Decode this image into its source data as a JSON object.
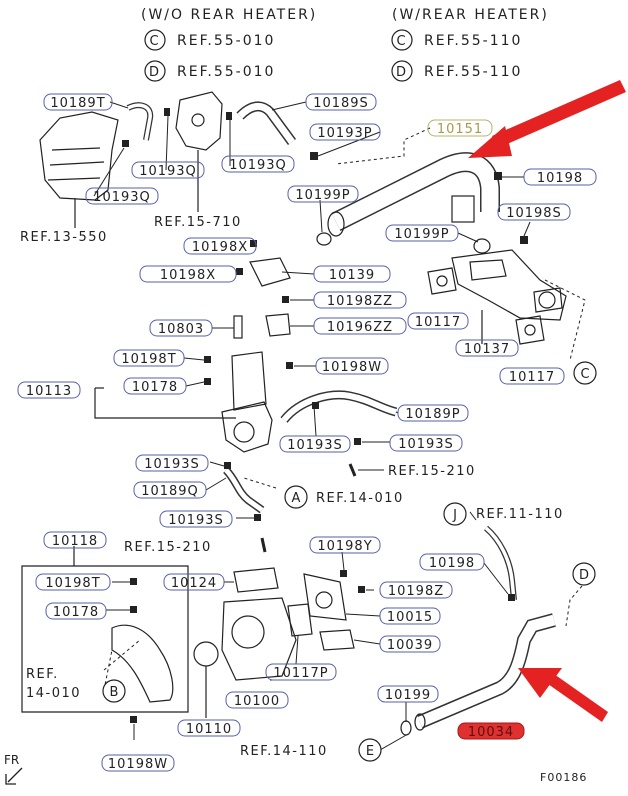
{
  "header": {
    "left_title": "(W/O REAR HEATER)",
    "right_title": "(W/REAR HEATER)",
    "left_refs": [
      {
        "letter": "C",
        "text": "REF.55-010"
      },
      {
        "letter": "D",
        "text": "REF.55-010"
      }
    ],
    "right_refs": [
      {
        "letter": "C",
        "text": "REF.55-110"
      },
      {
        "letter": "D",
        "text": "REF.55-110"
      }
    ]
  },
  "part_labels": {
    "p10189T": "10189T",
    "p10189S": "10189S",
    "p10193P": "10193P",
    "p10151": "10151",
    "p10193Q_a": "10193Q",
    "p10193Q_b": "10193Q",
    "p10193Q_c": "10193Q",
    "p10198": "10198",
    "p10199P_a": "10199P",
    "p10199P_b": "10199P",
    "p10198S": "10198S",
    "p10198X_a": "10198X",
    "p10198X_b": "10198X",
    "p10139": "10139",
    "p10198ZZ": "10198ZZ",
    "p10803": "10803",
    "p10196ZZ": "10196ZZ",
    "p10117_a": "10117",
    "p10137": "10137",
    "p10117_b": "10117",
    "p10198T_a": "10198T",
    "p10198W_a": "10198W",
    "p10113": "10113",
    "p10178_a": "10178",
    "p10189P": "10189P",
    "p10193S_a": "10193S",
    "p10193S_b": "10193S",
    "p10193S_c": "10193S",
    "p10189Q": "10189Q",
    "p10193S_d": "10193S",
    "p10118": "10118",
    "p10198Y": "10198Y",
    "p10198T_b": "10198T",
    "p10124": "10124",
    "p10198Z": "10198Z",
    "p10178_b": "10178",
    "p10015": "10015",
    "p10039": "10039",
    "p10117P": "10117P",
    "p10100": "10100",
    "p10110": "10110",
    "p10198W_b": "10198W",
    "p10198_b": "10198",
    "p10199": "10199",
    "p10034": "10034"
  },
  "refs": {
    "ref_13_550": "REF.13-550",
    "ref_15_710": "REF.15-710",
    "ref_15_210_a": "REF.15-210",
    "ref_14_010_a": "REF.14-010",
    "ref_15_210_b": "REF.15-210",
    "ref_11_110": "REF.11-110",
    "ref_14_010_b_line1": "REF.",
    "ref_14_010_b_line2": "14-010",
    "ref_14_110": "REF.14-110"
  },
  "callouts": {
    "C": "C",
    "A": "A",
    "J": "J",
    "D": "D",
    "B": "B",
    "E": "E"
  },
  "footer": {
    "front_label": "FR",
    "figure_code": "F00186"
  },
  "colors": {
    "highlight_fill": "#e03030",
    "arrow_red": "#e52222",
    "faded_label": "#a89a4a"
  }
}
